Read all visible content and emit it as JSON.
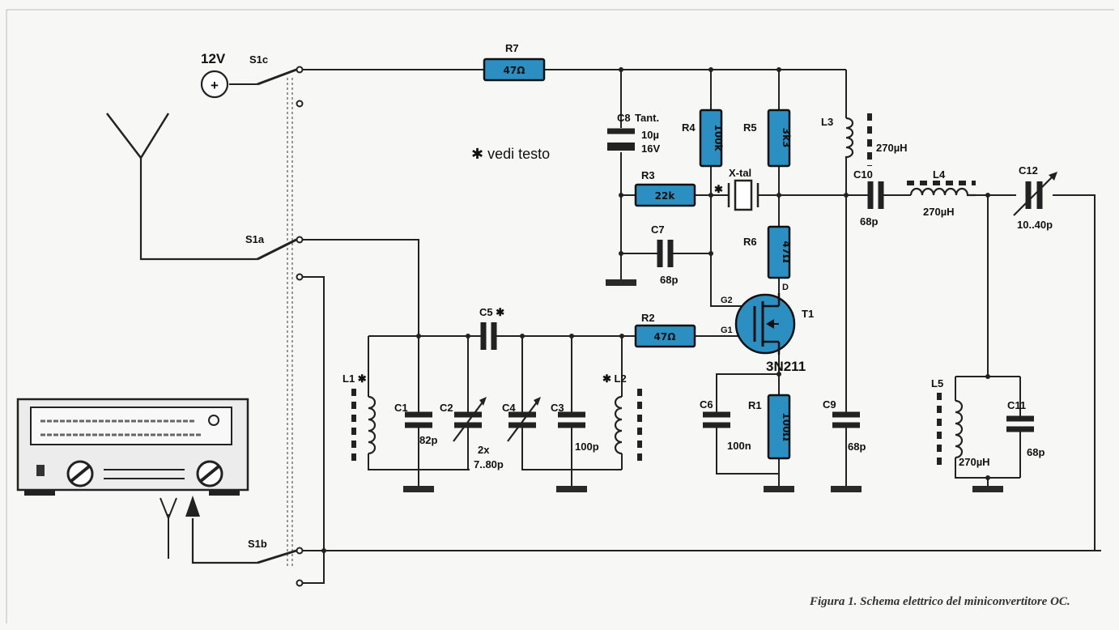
{
  "caption": "Figura 1. Schema elettrico del miniconvertitore OC.",
  "note": "✱ vedi testo",
  "supply": {
    "voltage": "12V",
    "plus": "+"
  },
  "switch": {
    "s1c": "S1c",
    "s1a": "S1a",
    "s1b": "S1b"
  },
  "resistors": [
    {
      "id": "R7",
      "value": "47Ω"
    },
    {
      "id": "R4",
      "value": "100k"
    },
    {
      "id": "R5",
      "value": "3k3"
    },
    {
      "id": "R3",
      "value": "22k"
    },
    {
      "id": "R6",
      "value": "47Ω"
    },
    {
      "id": "R2",
      "value": "47Ω"
    },
    {
      "id": "R1",
      "value": "100Ω"
    }
  ],
  "capacitors": {
    "c8": {
      "id": "C8",
      "type": "Tant.",
      "value": "10µ",
      "voltage": "16V"
    },
    "c7": {
      "id": "C7",
      "value": "68p"
    },
    "c10": {
      "id": "C10",
      "value": "68p"
    },
    "c12": {
      "id": "C12",
      "value": "10..40p"
    },
    "c5": {
      "id": "C5 ✱"
    },
    "c1": {
      "id": "C1",
      "value": "82p"
    },
    "c2": {
      "id": "C2",
      "value": "2x",
      "range": "7..80p"
    },
    "c4": {
      "id": "C4"
    },
    "c3": {
      "id": "C3",
      "value": "100p"
    },
    "c6": {
      "id": "C6",
      "value": "100n"
    },
    "c9": {
      "id": "C9",
      "value": "68p"
    },
    "c11": {
      "id": "C11",
      "value": "68p"
    }
  },
  "inductors": {
    "l3": {
      "id": "L3",
      "value": "270µH"
    },
    "l4": {
      "id": "L4",
      "value": "270µH"
    },
    "l1": {
      "id": "L1 ✱"
    },
    "l2": {
      "id": "✱ L2"
    },
    "l5": {
      "id": "L5",
      "value": "270µH"
    }
  },
  "crystal": "X-tal",
  "crystal_mark": "✱",
  "transistor": {
    "id": "T1",
    "part": "3N211",
    "g1": "G1",
    "g2": "G2",
    "d": "D"
  }
}
